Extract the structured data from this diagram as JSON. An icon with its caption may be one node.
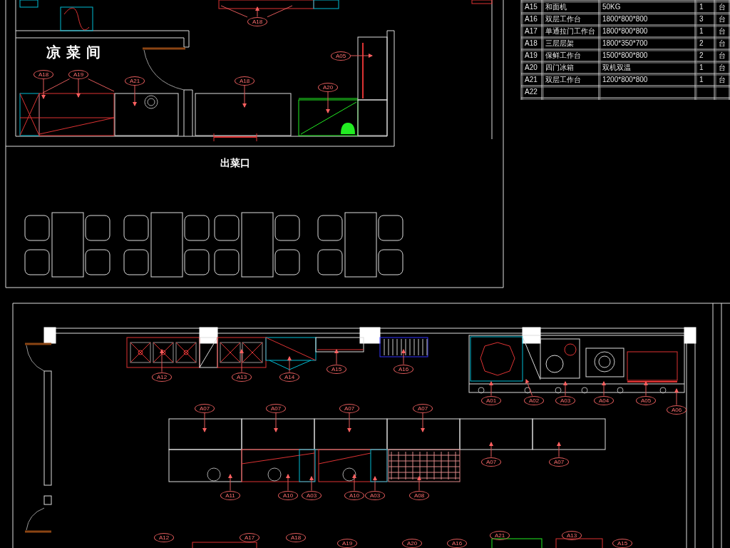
{
  "diagram": {
    "nodes": [
      {
        "text": [
          "A18"
        ]
      },
      {
        "text": [
          "A05"
        ]
      },
      {
        "text": [
          "A18"
        ]
      },
      {
        "text": [
          "A19"
        ]
      },
      {
        "text": [
          "A21"
        ]
      },
      {
        "text": [
          "A18"
        ]
      },
      {
        "text": [
          "A20"
        ]
      },
      {
        "text": [
          "A15"
        ]
      },
      {
        "text": [
          "A16"
        ]
      },
      {
        "text": [
          "A12"
        ]
      },
      {
        "text": [
          "A13"
        ]
      },
      {
        "text": [
          "A14"
        ]
      },
      {
        "text": [
          "A01"
        ]
      },
      {
        "text": [
          "A02"
        ]
      },
      {
        "text": [
          "A03"
        ]
      },
      {
        "text": [
          "A04"
        ]
      },
      {
        "text": [
          "A05"
        ]
      },
      {
        "text": [
          "A07"
        ]
      },
      {
        "text": [
          "A07"
        ]
      },
      {
        "text": [
          "A07"
        ]
      },
      {
        "text": [
          "A07"
        ]
      },
      {
        "text": [
          "A06"
        ]
      },
      {
        "text": [
          "A07"
        ]
      },
      {
        "text": [
          "A07"
        ]
      },
      {
        "text": [
          "A11"
        ]
      },
      {
        "text": [
          "A10"
        ]
      },
      {
        "text": [
          "A03"
        ]
      },
      {
        "text": [
          "A10"
        ]
      },
      {
        "text": [
          "A03"
        ]
      },
      {
        "text": [
          "A08"
        ]
      },
      {
        "text": [
          "A21"
        ]
      },
      {
        "text": [
          "A13"
        ]
      },
      {
        "text": [
          "A12"
        ]
      },
      {
        "text": [
          "A17"
        ]
      },
      {
        "text": [
          "A18"
        ]
      },
      {
        "text": [
          "A19"
        ]
      },
      {
        "text": [
          "A20"
        ]
      },
      {
        "text": [
          "A16"
        ]
      },
      {
        "text": [
          "A15"
        ]
      }
    ],
    "edges": [
      {
        "from": 0,
        "to": null,
        "arrow": "to"
      },
      {
        "from": 0,
        "to": null,
        "arrow": "none"
      },
      {
        "from": 0,
        "to": null,
        "arrow": "none"
      },
      {
        "from": 1,
        "to": null,
        "arrow": "to"
      },
      {
        "from": 2,
        "to": null,
        "arrow": "to"
      },
      {
        "from": 3,
        "to": null,
        "arrow": "to"
      },
      {
        "from": 3,
        "to": null,
        "arrow": "none"
      },
      {
        "from": 3,
        "to": null,
        "arrow": "none"
      },
      {
        "from": 4,
        "to": null,
        "arrow": "to"
      },
      {
        "from": 5,
        "to": null,
        "arrow": "to"
      },
      {
        "from": 6,
        "to": null,
        "arrow": "to"
      },
      {
        "from": 7,
        "to": null,
        "arrow": "to"
      },
      {
        "from": 8,
        "to": null,
        "arrow": "to"
      },
      {
        "from": 9,
        "to": null,
        "arrow": "to"
      },
      {
        "from": 10,
        "to": null,
        "arrow": "to"
      },
      {
        "from": 11,
        "to": null,
        "arrow": "to"
      },
      {
        "from": 12,
        "to": null,
        "arrow": "to"
      },
      {
        "from": 13,
        "to": null,
        "arrow": "to"
      },
      {
        "from": 14,
        "to": null,
        "arrow": "to"
      },
      {
        "from": 15,
        "to": null,
        "arrow": "to"
      },
      {
        "from": 16,
        "to": null,
        "arrow": "to"
      },
      {
        "from": 17,
        "to": null,
        "arrow": "to"
      },
      {
        "from": 18,
        "to": null,
        "arrow": "to"
      },
      {
        "from": 19,
        "to": null,
        "arrow": "to"
      },
      {
        "from": 20,
        "to": null,
        "arrow": "to"
      },
      {
        "from": 21,
        "to": null,
        "arrow": "to"
      },
      {
        "from": 22,
        "to": null,
        "arrow": "to"
      },
      {
        "from": 23,
        "to": null,
        "arrow": "to"
      },
      {
        "from": 24,
        "to": null,
        "arrow": "to"
      },
      {
        "from": 25,
        "to": null,
        "arrow": "to"
      },
      {
        "from": 26,
        "to": null,
        "arrow": "to"
      },
      {
        "from": 27,
        "to": null,
        "arrow": "to"
      },
      {
        "from": 28,
        "to": null,
        "arrow": "to"
      },
      {
        "from": 29,
        "to": null,
        "arrow": "to"
      }
    ],
    "labels": [
      "A15",
      "和面机",
      "50KG",
      "1",
      "台",
      "A16",
      "双层工作台",
      "1800*800*800",
      "3",
      "台",
      "A17",
      "单通拉门工作台",
      "1800*800*800",
      "1",
      "台",
      "A18",
      "三层层架",
      "1800*350*700",
      "2",
      "台",
      "A19",
      "保鲜工作台",
      "1500*800*800",
      "2",
      "台",
      "A20",
      "四门冰箱",
      "双机双温",
      "1",
      "台",
      "A21",
      "双层工作台",
      "1200*800*800",
      "1",
      "台",
      "A22",
      "凉菜间",
      "出菜口"
    ]
  }
}
